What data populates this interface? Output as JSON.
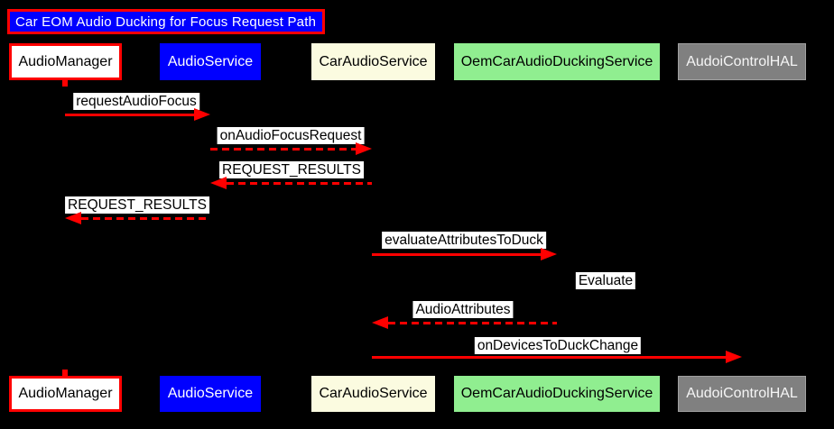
{
  "diagram_type": "sequence-diagram",
  "title": "Car EOM Audio Ducking for Focus Request Path",
  "colors": {
    "background": "#000000",
    "arrow_red": "#FF0000",
    "title_bg": "#0000FF",
    "title_text": "#FFFFFF",
    "label_bg": "#FFFFFF",
    "label_text": "#000000"
  },
  "participants": [
    {
      "name": "AudioManager",
      "bg": "#FFFFFF",
      "text_color": "#000000",
      "border": "#FF0000"
    },
    {
      "name": "AudioService",
      "bg": "#0000FF",
      "text_color": "#FFFFFF",
      "border": null
    },
    {
      "name": "CarAudioService",
      "bg": "#FBFBE0",
      "text_color": "#000000",
      "border": null
    },
    {
      "name": "OemCarAudioDuckingService",
      "bg": "#90EE90",
      "text_color": "#000000",
      "border": null
    },
    {
      "name": "AudoiControlHAL",
      "bg": "#808080",
      "text_color": "#F5F5F5",
      "border": "#A0A0A0"
    }
  ],
  "messages": [
    {
      "label": "requestAudioFocus",
      "from": "AudioManager",
      "to": "AudioService",
      "line": "solid",
      "direction": "right"
    },
    {
      "label": "onAudioFocusRequest",
      "from": "AudioService",
      "to": "CarAudioService",
      "line": "dashed",
      "direction": "right"
    },
    {
      "label": "REQUEST_RESULTS",
      "from": "CarAudioService",
      "to": "AudioService",
      "line": "dashed",
      "direction": "left"
    },
    {
      "label": "REQUEST_RESULTS",
      "from": "AudioService",
      "to": "AudioManager",
      "line": "dashed",
      "direction": "left"
    },
    {
      "label": "evaluateAttributesToDuck",
      "from": "CarAudioService",
      "to": "OemCarAudioDuckingService",
      "line": "solid",
      "direction": "right"
    },
    {
      "label": "Evaluate",
      "from": "OemCarAudioDuckingService",
      "to": "OemCarAudioDuckingService",
      "line": "self",
      "direction": "self"
    },
    {
      "label": "AudioAttributes",
      "from": "OemCarAudioDuckingService",
      "to": "CarAudioService",
      "line": "dashed",
      "direction": "left"
    },
    {
      "label": "onDevicesToDuckChange",
      "from": "CarAudioService",
      "to": "AudoiControlHAL",
      "line": "solid",
      "direction": "right"
    }
  ]
}
